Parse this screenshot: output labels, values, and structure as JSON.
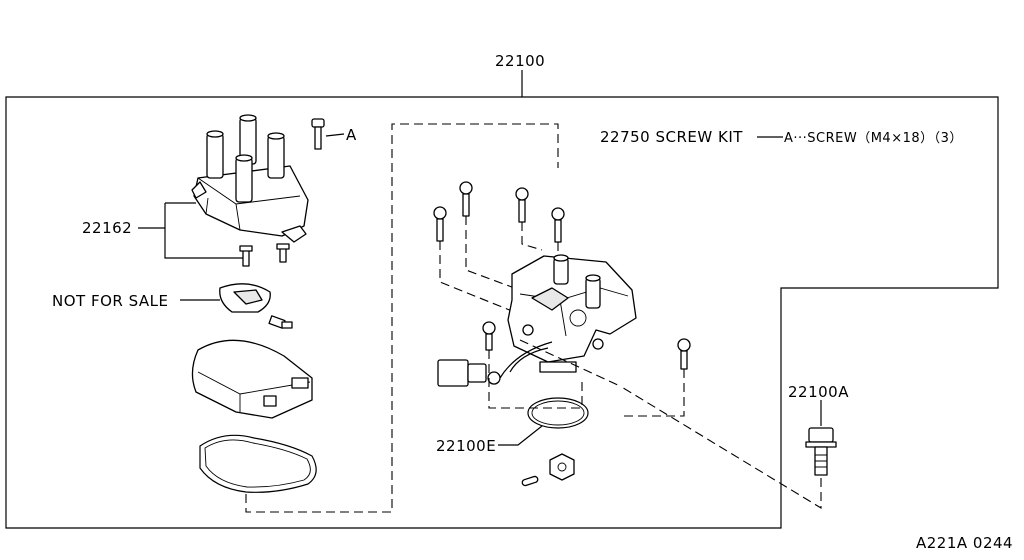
{
  "labels": {
    "assembly": "22100",
    "distributor_cap": "22162",
    "screw_ref": "A",
    "not_for_sale": "NOT FOR SALE",
    "screw_kit": "22750 SCREW KIT",
    "screw_kit_detail": "A···SCREW（M4×18）（3）",
    "seal_ring": "22100E",
    "mount_bolt": "22100A",
    "diagram_code": "A221A 0244"
  }
}
